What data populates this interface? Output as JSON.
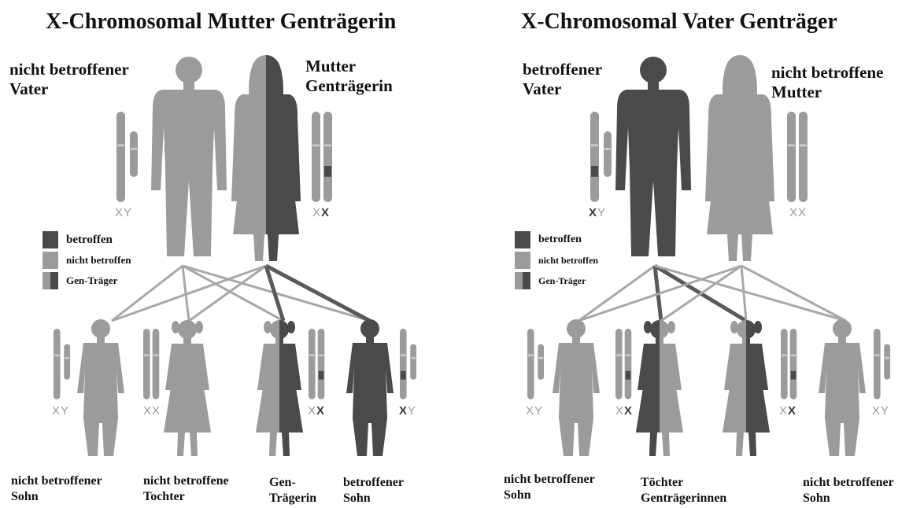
{
  "colors": {
    "affected": "#4a4a4a",
    "unaffected": "#9b9b9b",
    "line": "#a8a8a8"
  },
  "left": {
    "title": "X-Chromosomal Mutter Genträgerin",
    "father_label": "nicht betroffener\nVater",
    "mother_label": "Mutter\nGenträgerin",
    "father_chromosomes": "XY",
    "mother_chromosomes": "XX",
    "children": [
      {
        "label": "nicht betroffener\nSohn",
        "chromosomes": "XY"
      },
      {
        "label": "nicht betroffene\nTochter",
        "chromosomes": "XX"
      },
      {
        "label": "Gen-\nTrägerin",
        "chromosomes": "XX"
      },
      {
        "label": "betroffener\nSohn",
        "chromosomes": "XY"
      }
    ]
  },
  "right": {
    "title": "X-Chromosomal Vater Genträger",
    "father_label": "betroffener\nVater",
    "mother_label": "nicht betroffene\nMutter",
    "father_chromosomes": "XY",
    "mother_chromosomes": "XX",
    "children": [
      {
        "label": "nicht betroffener\nSohn",
        "chromosomes": "XY"
      },
      {
        "label": "Töchter\nGenträgerinnen",
        "chromosomes": "XX"
      },
      {
        "label": "",
        "chromosomes": "XX"
      },
      {
        "label": "nicht betroffener\nSohn",
        "chromosomes": "XY"
      }
    ]
  },
  "legend": {
    "affected": "betroffen",
    "unaffected": "nicht betroffen",
    "carrier": "Gen-Träger"
  }
}
